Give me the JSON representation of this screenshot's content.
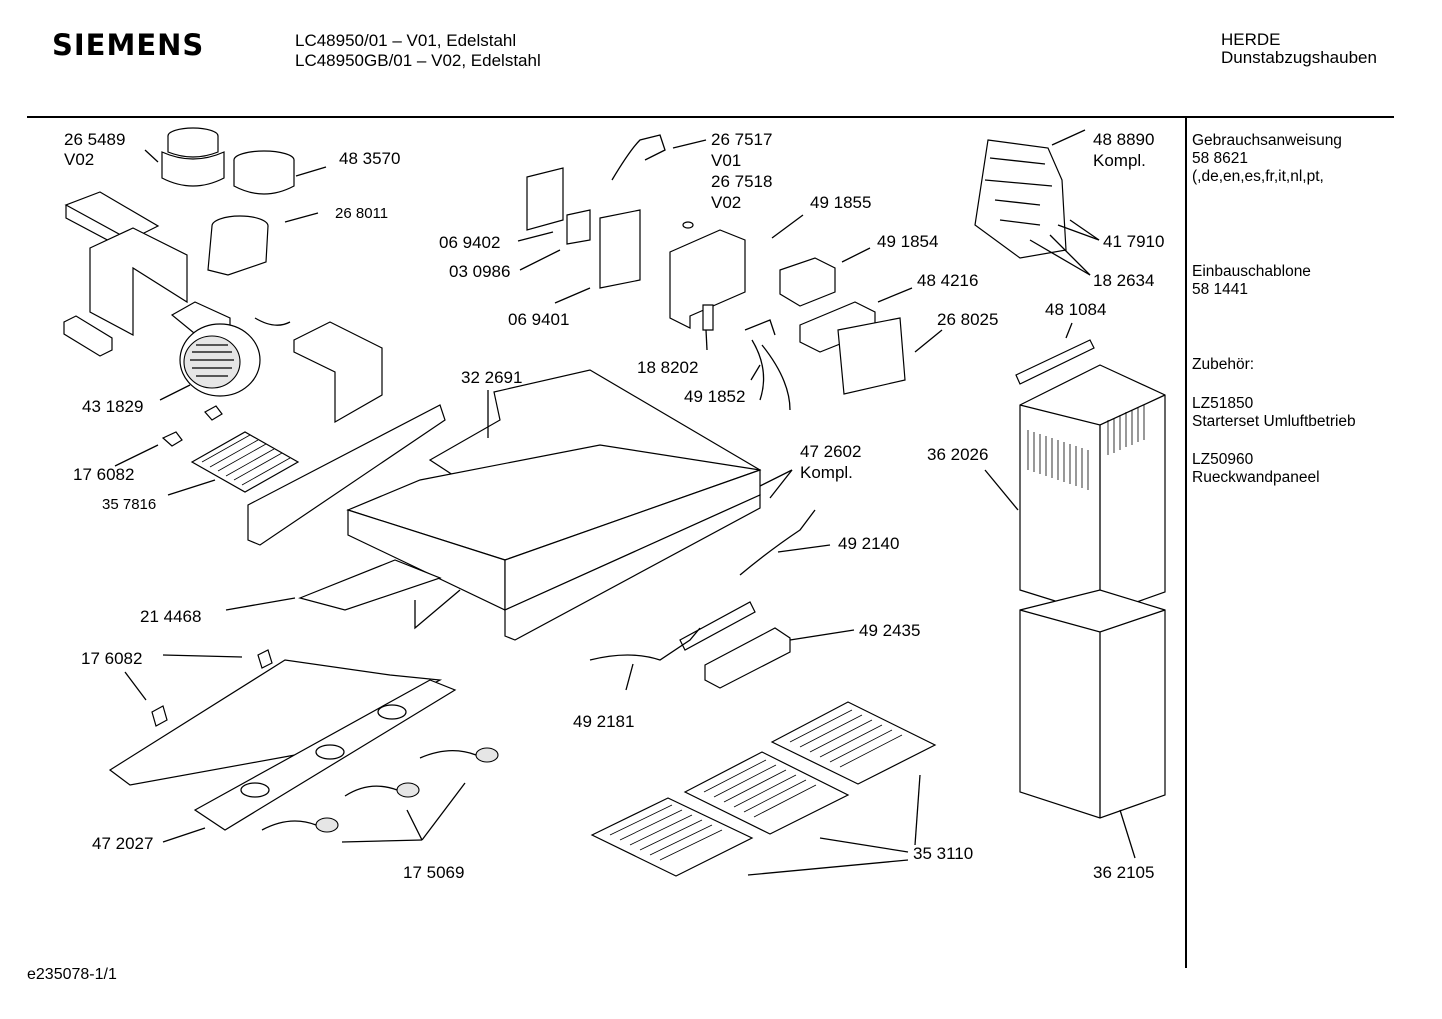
{
  "header": {
    "brand": "SIEMENS",
    "model_line_1": "LC48950/01 – V01, Edelstahl",
    "model_line_2": "LC48950GB/01 – V02, Edelstahl",
    "category_line_1": "HERDE",
    "category_line_2": "Dunstabzugshauben"
  },
  "sidebar": {
    "manual_title": "Gebrauchsanweisung",
    "manual_number": "58 8621",
    "manual_languages": "(,de,en,es,fr,it,nl,pt,",
    "template_title": "Einbauschablone",
    "template_number": "58 1441",
    "accessories_title": "Zubehör:",
    "acc1_code": "LZ51850",
    "acc1_name": "Starterset  Umluftbetrieb",
    "acc2_code": "LZ50960",
    "acc2_name": "Rueckwandpaneel"
  },
  "parts": {
    "p265489": "26 5489",
    "p265489_var": "V02",
    "p483570": "48 3570",
    "p268011": "26 8011",
    "p267517": "26 7517",
    "p267517_var": "V01",
    "p267518": "26 7518",
    "p267518_var": "V02",
    "p491855": "49 1855",
    "p069402": "06 9402",
    "p030986": "03 0986",
    "p069401": "06 9401",
    "p491854": "49 1854",
    "p484216": "48 4216",
    "p268025": "26 8025",
    "p188202": "18 8202",
    "p491852": "49 1852",
    "p488890": "48 8890",
    "p488890_note": "Kompl.",
    "p417910": "41 7910",
    "p182634": "18 2634",
    "p481084": "48 1084",
    "p431829": "43 1829",
    "p322691": "32 2691",
    "p176082a": "17 6082",
    "p357816": "35 7816",
    "p472602": "47 2602",
    "p472602_note": "Kompl.",
    "p362026": "36 2026",
    "p492140": "49 2140",
    "p214468": "21 4468",
    "p492435": "49 2435",
    "p176082b": "17 6082",
    "p492181": "49 2181",
    "p472027": "47 2027",
    "p175069": "17 5069",
    "p353110": "35 3110",
    "p362105": "36 2105"
  },
  "footer": {
    "drawing_id": "e235078-1/1"
  }
}
